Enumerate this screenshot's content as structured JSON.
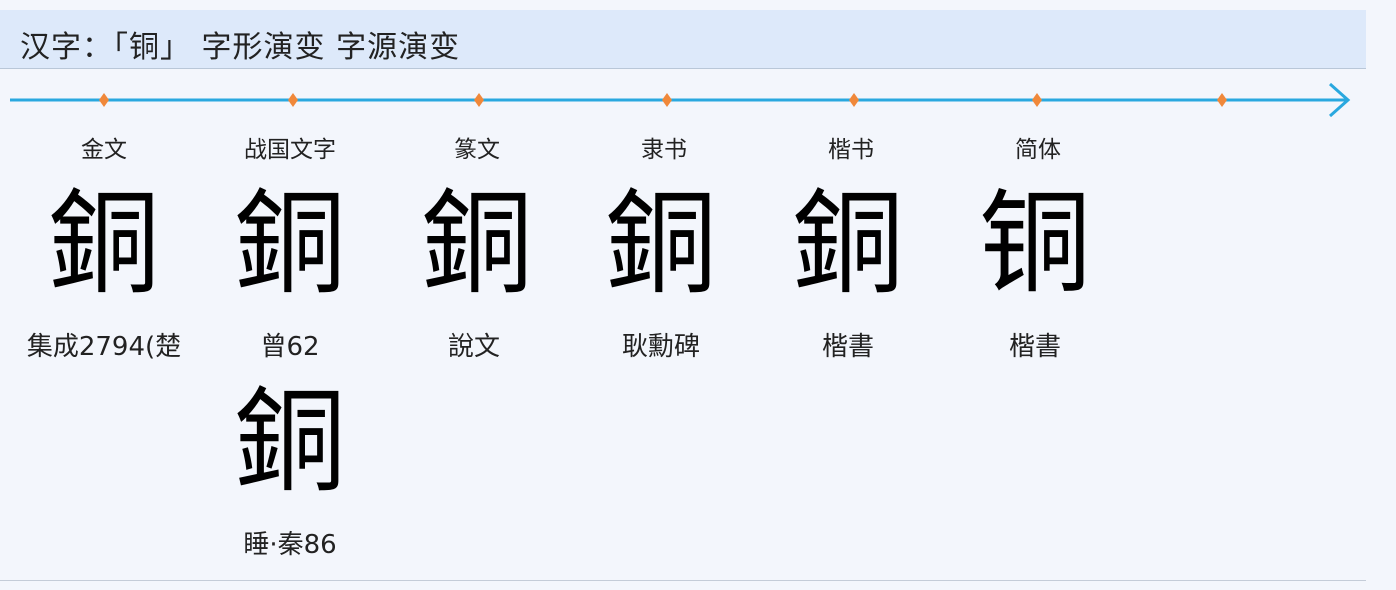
{
  "header": {
    "title": "汉字：「铜」 字形演变 字源演变"
  },
  "timeline": {
    "line_color": "#29a8df",
    "marker_color": "#f0883a"
  },
  "stages": [
    {
      "label": "金文",
      "glyph": "銅",
      "caption": "集成2794(楚"
    },
    {
      "label": "战国文字",
      "glyph": "銅",
      "caption": "曾62"
    },
    {
      "label": "篆文",
      "glyph": "銅",
      "caption": "說文"
    },
    {
      "label": "隶书",
      "glyph": "銅",
      "caption": "耿勳碑"
    },
    {
      "label": "楷书",
      "glyph": "銅",
      "caption": "楷書"
    },
    {
      "label": "简体",
      "glyph": "铜",
      "caption": "楷書"
    }
  ],
  "extra": {
    "glyph": "銅",
    "caption": "睡·秦86"
  }
}
